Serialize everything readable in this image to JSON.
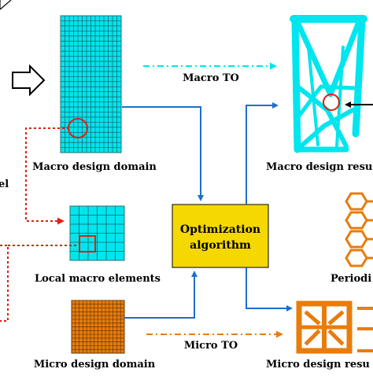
{
  "labels": {
    "macro_domain": "Macro design domain",
    "local_elements": "Local macro elements",
    "micro_domain": "Micro design domain",
    "macro_result": "Macro design resu",
    "micro_result": "Micro design resu",
    "periodic": "Periodi",
    "macro_to": "Macro TO",
    "micro_to": "Micro TO",
    "left_fragment": "el",
    "optimizer_line1": "Optimization",
    "optimizer_line2": "algorithm"
  },
  "colors": {
    "cyan": "#00E5EE",
    "cyan_dark": "#00A8B0",
    "orange": "#E87C0C",
    "yellow": "#F5D800",
    "blue": "#1E6EC8",
    "red": "#E02010",
    "text": "#000000"
  },
  "grids": {
    "macro_domain": {
      "cols": 14,
      "rows": 27
    },
    "local_elements": {
      "cols": 6,
      "rows": 6
    },
    "micro_domain": {
      "cols": 14,
      "rows": 14
    }
  }
}
